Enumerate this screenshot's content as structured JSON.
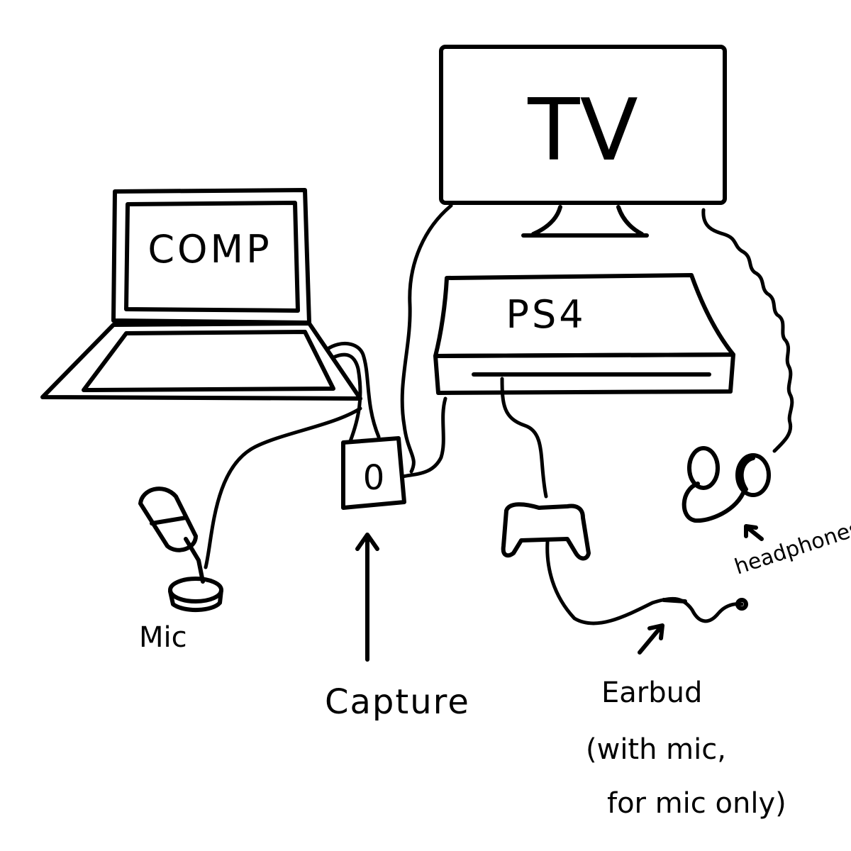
{
  "labels": {
    "tv": "TV",
    "comp": "COMP",
    "ps4": "PS4",
    "capture_mark": "0",
    "mic": "Mic",
    "capture": "Capture",
    "headphones": "headphones",
    "earbud_line1": "Earbud",
    "earbud_line2": "(with mic,",
    "earbud_line3": "for mic only)"
  },
  "ink_color": "#000000"
}
